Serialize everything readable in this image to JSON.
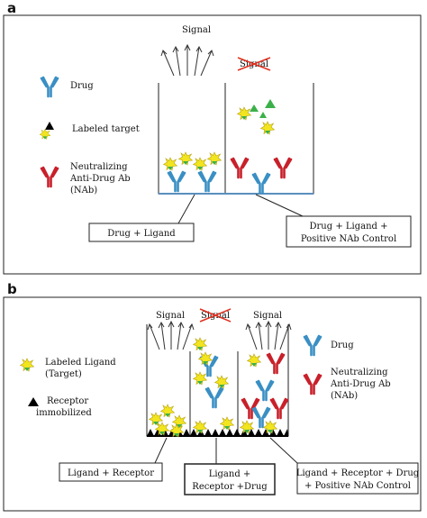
{
  "panel_a": {
    "label": "a",
    "signal_left": "Signal",
    "signal_right": "Signal",
    "legend": {
      "drug": "Drug",
      "labeled_target": "Labeled target",
      "nab_line1": "Neutralizing",
      "nab_line2": "Anti-Drug  Ab",
      "nab_line3": "(NAb)"
    },
    "box_left": "Drug + Ligand",
    "box_right_line1": "Drug + Ligand +",
    "box_right_line2": "Positive  NAb Control"
  },
  "panel_b": {
    "label": "b",
    "signal_1": "Signal",
    "signal_2": "Signal",
    "signal_3": "Signal",
    "legend": {
      "labeled_ligand_line1": "Labeled Ligand",
      "labeled_ligand_line2": "(Target)",
      "receptor_line1": "Receptor",
      "receptor_line2": "immobilized",
      "drug": "Drug",
      "nab_line1": "Neutralizing",
      "nab_line2": "Anti-Drug  Ab",
      "nab_line3": "(NAb)"
    },
    "box_1": "Ligand + Receptor",
    "box_2_line1": "Ligand +",
    "box_2_line2": "Receptor +Drug",
    "box_3_line1": "Ligand + Receptor + Drug",
    "box_3_line2": "+ Positive NAb Control"
  },
  "colors": {
    "drug": "#3a8fc4",
    "nab": "#c8202a",
    "ligand": "#f2e51f",
    "ligand_base": "#3bb04a",
    "receptor": "#000000",
    "strike": "#e0301e",
    "well_floor": "#5a8fbf"
  }
}
